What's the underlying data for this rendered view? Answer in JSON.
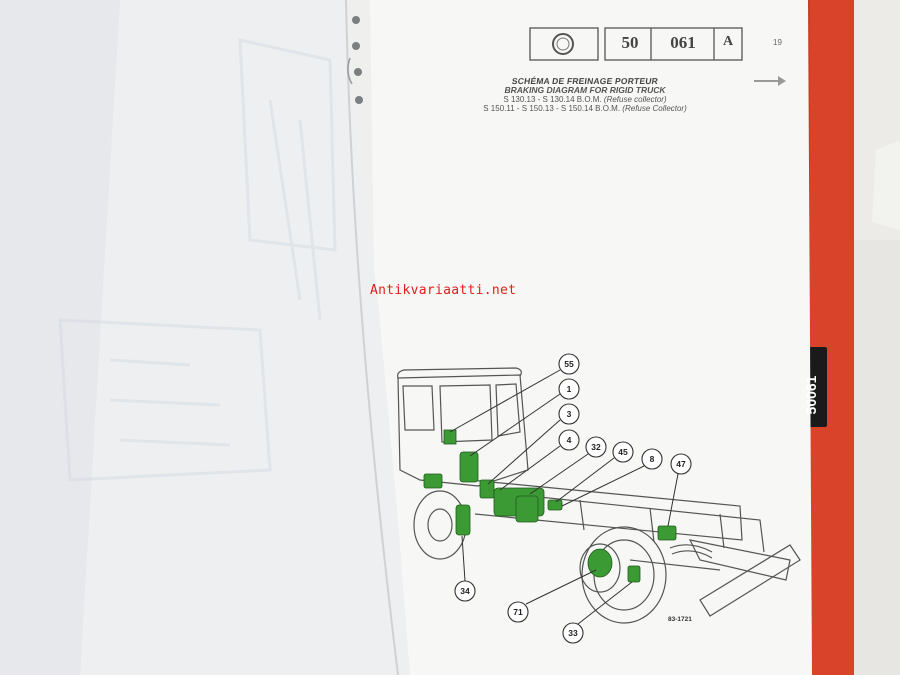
{
  "header": {
    "box_main": "50",
    "box_code": "061",
    "box_rev": "A",
    "page_number": "19"
  },
  "titles": {
    "fr": "SCHÉMA DE FREINAGE PORTEUR",
    "en": "BRAKING DIAGRAM FOR RIGID TRUCK",
    "models_1": "S 130.13 - S 130.14 B.O.M.",
    "models_1_sub": "(Refuse collector)",
    "models_2": "S 150.11 - S 150.13 - S 150.14 B.O.M.",
    "models_2_sub": "(Refuse Collector)"
  },
  "watermark": "Antikvariaatti.net",
  "tab": "50061",
  "figure_code": "83-1721",
  "callouts": [
    "55",
    "1",
    "3",
    "4",
    "32",
    "45",
    "8",
    "47",
    "34",
    "71",
    "33"
  ],
  "colors": {
    "paper": "#f7f7f5",
    "binder_red": "#d9432a",
    "component_green": "#3c9a35",
    "watermark_red": "#e0201c",
    "tab_black": "#1a1a1a"
  }
}
